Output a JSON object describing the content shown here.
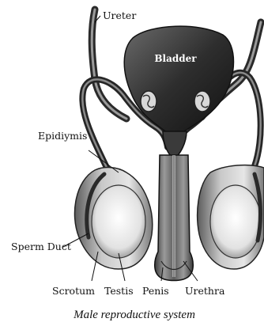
{
  "labels": {
    "ureter": "Ureter",
    "bladder": "Bladder",
    "epididymis": "Epidiymis",
    "sperm_duct": "Sperm Duct",
    "scrotum": "Scrotum",
    "testis": "Testis",
    "penis": "Penis",
    "urethra": "Urethra"
  },
  "caption": "Male reproductive system"
}
